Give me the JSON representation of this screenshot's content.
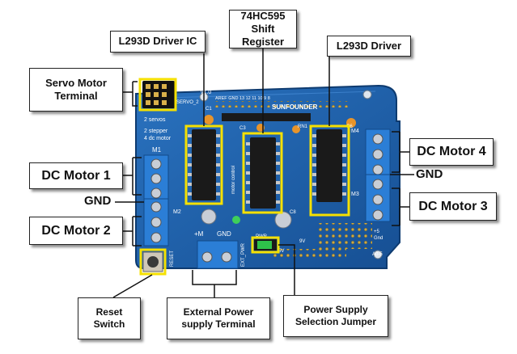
{
  "labels": {
    "l293d_driver_ic": "L293D Driver IC",
    "shift_register": {
      "line1": "74HC595",
      "line2": "Shift Register"
    },
    "l293d_driver": "L293D Driver",
    "servo_terminal": {
      "line1": "Servo Motor",
      "line2": "Terminal"
    },
    "dc_motor_1": "DC Motor 1",
    "gnd_left": "GND",
    "dc_motor_2": "DC Motor 2",
    "dc_motor_4": "DC Motor 4",
    "gnd_right": "GND",
    "dc_motor_3": "DC Motor 3",
    "reset_switch": {
      "line1": "Reset",
      "line2": "Switch"
    },
    "ext_power": {
      "line1": "External Power",
      "line2": "supply Terminal"
    },
    "power_jumper": {
      "line1": "Power Supply",
      "line2": "Selection Jumper"
    }
  },
  "board_silkscreen": {
    "version": "v1.0",
    "brand": "SUNFOUNDER",
    "servo_1": "SER1",
    "servo_2": "SERVO_2",
    "servos_note": "2 servos",
    "stepper_note": "2 stepper",
    "dc_note": "4 dc motor",
    "m1": "M1",
    "m2": "M2",
    "m3": "M3",
    "m4": "M4",
    "plus_m": "+M",
    "gnd": "GND",
    "ext_pwr": "EXT_PWR",
    "pwr": "PWR",
    "reset": "RESET",
    "c1": "C1",
    "c3": "C3",
    "c6": "C6",
    "c8": "C8",
    "rn1": "RN1",
    "arduino_pins": "AREF GND 13 12 11 10 9 8",
    "motor_control": "motor control",
    "plus5": "+5",
    "gnd_small": "Gnd",
    "a0_5": "A0-5",
    "nine_v": "9V",
    "five_v": "5V"
  },
  "colors": {
    "board": "#1c5ea8",
    "board_edge": "#2f79c4",
    "highlight": "#f5e000",
    "terminal": "#2b7ed6",
    "chip": "#1a1a1a",
    "jumper": "#2ec24a"
  }
}
